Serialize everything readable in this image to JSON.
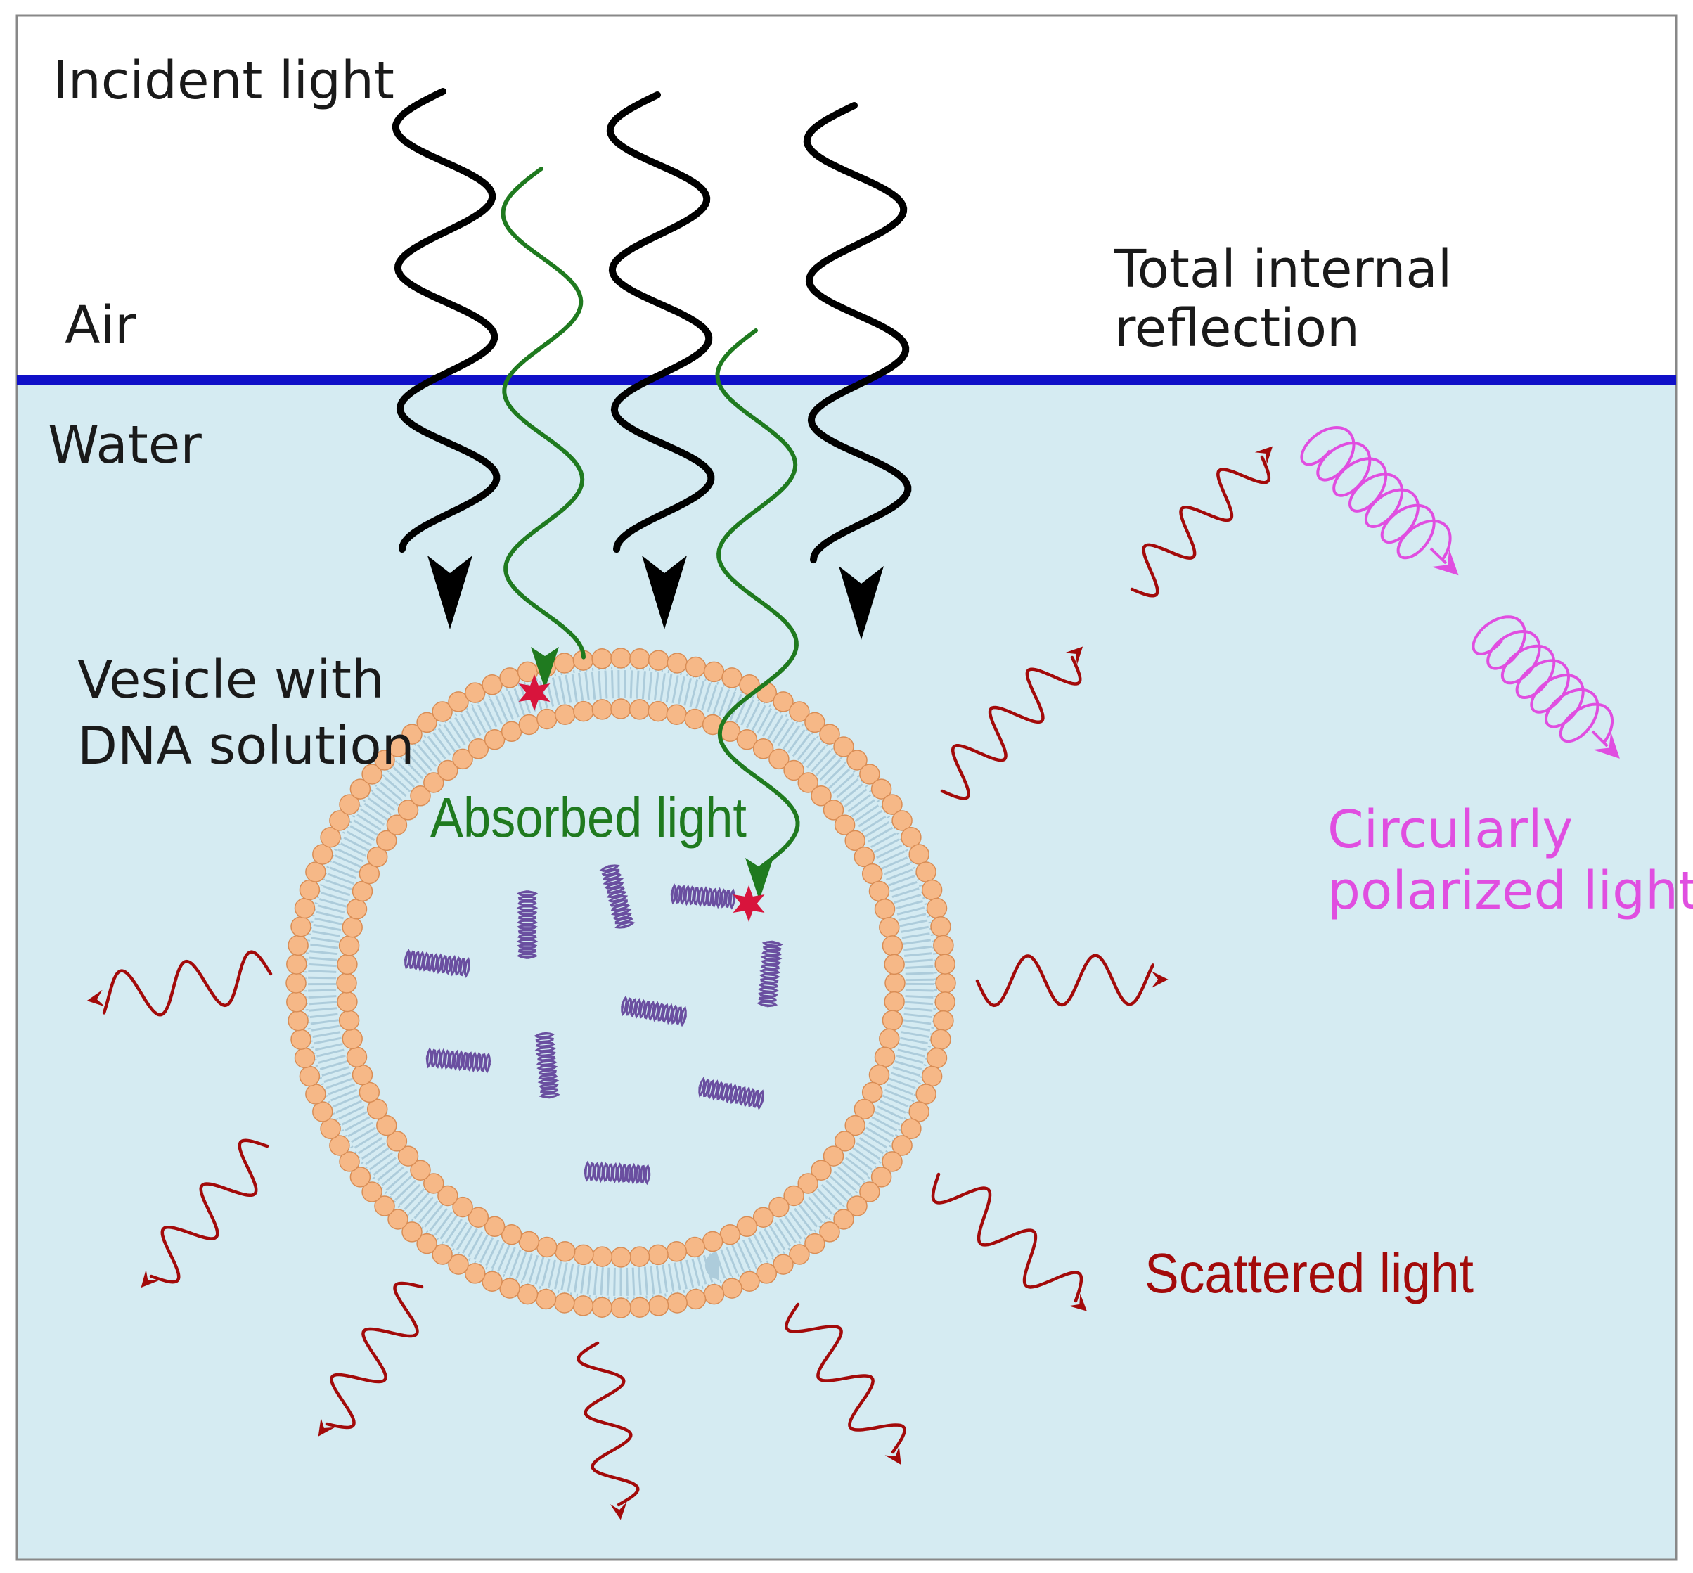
{
  "labels": {
    "incident_light": "Incident light",
    "air": "Air",
    "water": "Water",
    "total_internal_reflection_line1": "Total internal",
    "total_internal_reflection_line2": "reflection",
    "vesicle_line1": "Vesicle with",
    "vesicle_line2": "DNA solution",
    "absorbed_light": "Absorbed light",
    "circularly_line1": "Circularly",
    "circularly_line2": "polarized light",
    "scattered_light": "Scattered light"
  },
  "colors": {
    "air": "#ffffff",
    "water": "#d5ebf2",
    "interface": "#1010c8",
    "incident_wave": "#000000",
    "absorbed_wave": "#1f7a1f",
    "scattered_wave": "#a30a0a",
    "circular_wave": "#e04ee0",
    "lipid_head": "#f6b887",
    "lipid_head_stroke": "#d98d55",
    "lipid_tail": "#a9c9d8",
    "dna": "#6a4fa0",
    "absorption_star": "#d8143c",
    "frame": "#888888"
  }
}
